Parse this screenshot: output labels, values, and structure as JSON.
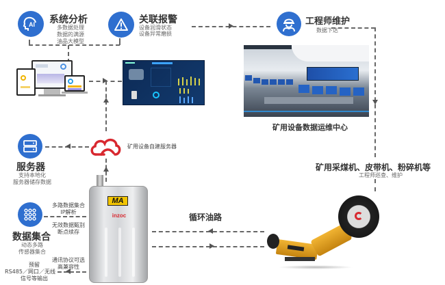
{
  "nodes": {
    "system_analysis": {
      "title": "系统分析",
      "lines": [
        "多数据处理",
        "数据的满源",
        "油品大模型"
      ],
      "icon": "ai-head-icon"
    },
    "alarm": {
      "title": "关联报警",
      "lines": [
        "设备润滑状态",
        "设备异常磨损"
      ],
      "icon": "warning-triangle-icon"
    },
    "engineer": {
      "title": "工程师维护",
      "lines": [
        "数据下达"
      ],
      "icon": "engineer-helmet-icon"
    },
    "ops_center": {
      "caption": "矿用设备数据运维中心"
    },
    "server": {
      "title": "服务器",
      "lines": [
        "支持本地化",
        "服务器储存数据"
      ],
      "icon": "server-icon"
    },
    "cloud": {
      "label": "矿用设备自建服务器",
      "icon": "cloud-icon"
    },
    "mining_equipment": {
      "title": "矿用采煤机、皮带机、粉碎机等",
      "sub": "工程师巡查、维护"
    },
    "data_collection": {
      "title": "数据集合",
      "lines": [
        "动态多路",
        "传感器集合"
      ],
      "icon": "grid-nodes-icon"
    },
    "device": {
      "badge": "MA",
      "brand": "inzoc"
    },
    "oil_loop": {
      "label": "循环油路"
    },
    "collector_labels": {
      "top": [
        "多路数据集合",
        "IP解析"
      ],
      "middle": [
        "无效数据甄别",
        "断点续存"
      ],
      "bottom": [
        "通讯协议可选",
        "高兼容性"
      ]
    },
    "output_labels": [
      "预留",
      "RS485／网口／无线",
      "信号等输出"
    ]
  },
  "colors": {
    "icon_blue": "#2f6fcf",
    "cloud_red": "#d8282f",
    "badge_yellow": "#f2c400",
    "machine_orange": "#e8a21a",
    "line_gray": "#666666"
  }
}
